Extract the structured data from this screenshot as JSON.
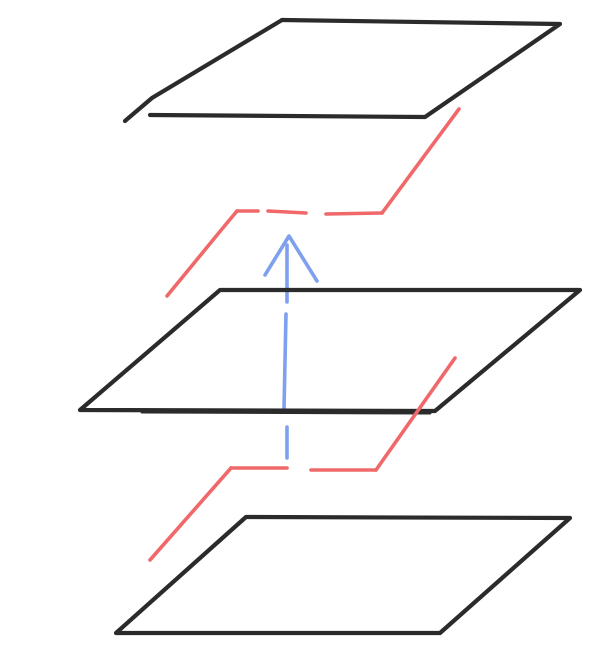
{
  "colors": {
    "background": "#ffffff",
    "planes": "#2b2b2b",
    "red_boundary": "#f0686a",
    "blue_arrow": "#7fa0ee"
  },
  "diagram": {
    "plane_count": 3,
    "red_dashed_boundaries": 2,
    "arrow_direction": "up",
    "arrow_style": "dashed"
  }
}
